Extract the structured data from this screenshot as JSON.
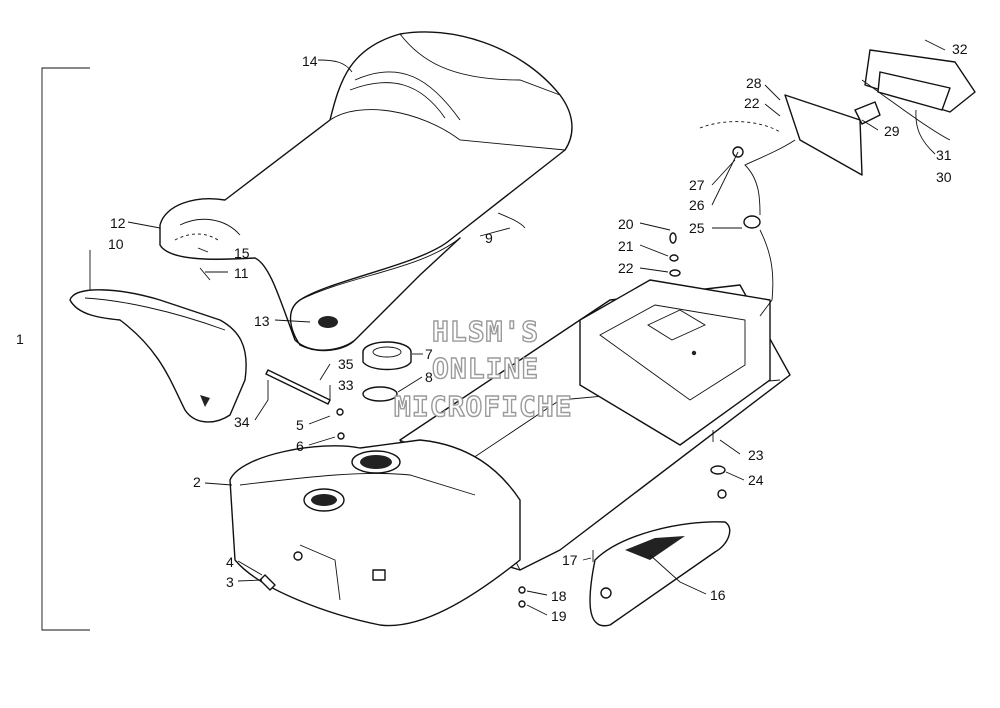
{
  "watermark": {
    "line1": "HLSM'S",
    "line2": "ONLINE",
    "line3": "MICROFICHE"
  },
  "assembly_label": "1",
  "callouts": [
    {
      "id": "c2",
      "text": "2"
    },
    {
      "id": "c3",
      "text": "3"
    },
    {
      "id": "c4",
      "text": "4"
    },
    {
      "id": "c5",
      "text": "5"
    },
    {
      "id": "c6",
      "text": "6"
    },
    {
      "id": "c7",
      "text": "7"
    },
    {
      "id": "c8",
      "text": "8"
    },
    {
      "id": "c9",
      "text": "9"
    },
    {
      "id": "c10",
      "text": "10"
    },
    {
      "id": "c11",
      "text": "11"
    },
    {
      "id": "c12",
      "text": "12"
    },
    {
      "id": "c13",
      "text": "13"
    },
    {
      "id": "c14",
      "text": "14"
    },
    {
      "id": "c15",
      "text": "15"
    },
    {
      "id": "c16",
      "text": "16"
    },
    {
      "id": "c17",
      "text": "17"
    },
    {
      "id": "c18",
      "text": "18"
    },
    {
      "id": "c19",
      "text": "19"
    },
    {
      "id": "c20",
      "text": "20"
    },
    {
      "id": "c21",
      "text": "21"
    },
    {
      "id": "c22a",
      "text": "22"
    },
    {
      "id": "c22b",
      "text": "22"
    },
    {
      "id": "c23",
      "text": "23"
    },
    {
      "id": "c24",
      "text": "24"
    },
    {
      "id": "c25",
      "text": "25"
    },
    {
      "id": "c26",
      "text": "26"
    },
    {
      "id": "c27",
      "text": "27"
    },
    {
      "id": "c28",
      "text": "28"
    },
    {
      "id": "c29",
      "text": "29"
    },
    {
      "id": "c30",
      "text": "30"
    },
    {
      "id": "c31",
      "text": "31"
    },
    {
      "id": "c32",
      "text": "32"
    },
    {
      "id": "c33",
      "text": "33"
    },
    {
      "id": "c34",
      "text": "34"
    },
    {
      "id": "c35",
      "text": "35"
    }
  ]
}
